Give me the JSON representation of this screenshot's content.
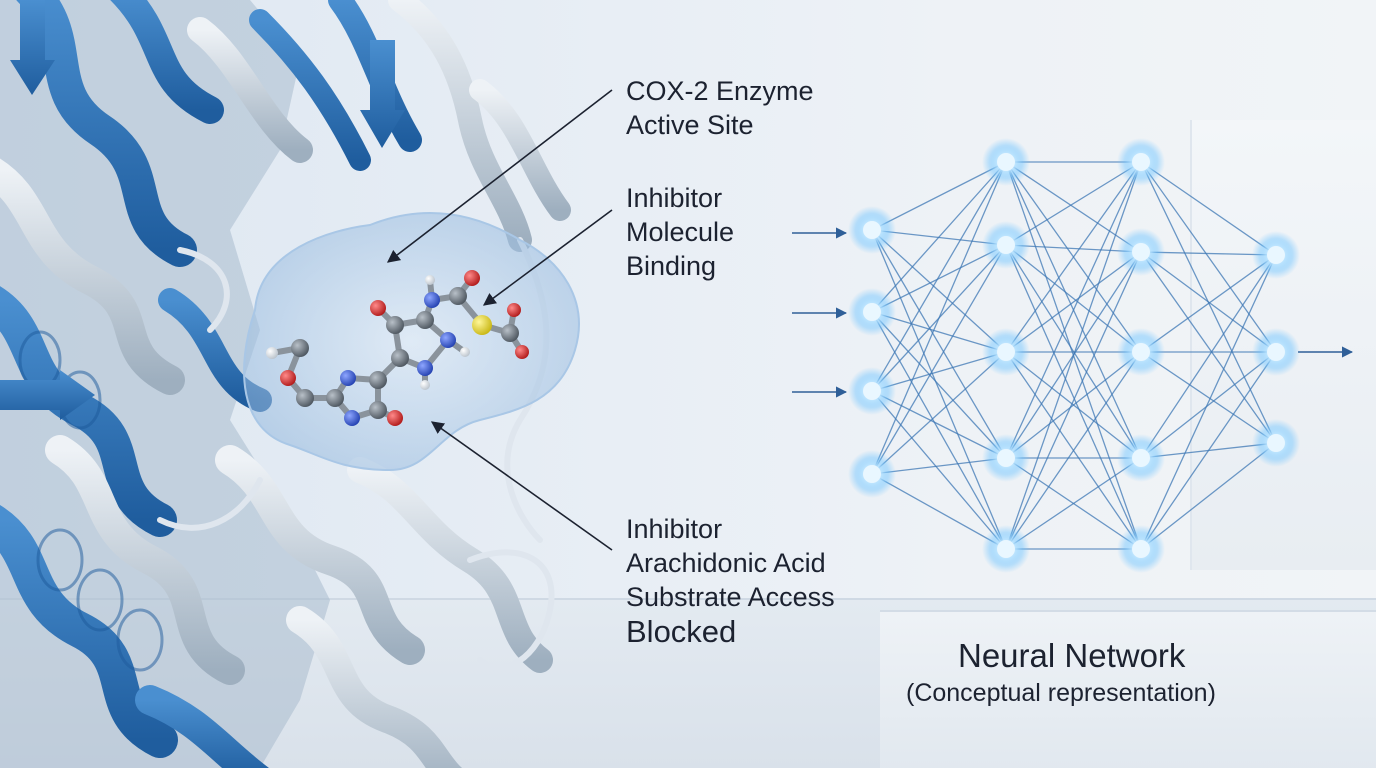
{
  "labels": {
    "active_site": [
      "COX-2 Enzyme",
      "Active Site"
    ],
    "inhibitor_binding": [
      "Inhibitor",
      "Molecule",
      "Binding"
    ],
    "substrate_blocked": [
      "Inhibitor",
      "Arachidonic Acid",
      "Substrate Access",
      "Blocked"
    ]
  },
  "network": {
    "title": "Neural Network",
    "subtitle": "(Conceptual representation)",
    "layer_sizes": [
      4,
      5,
      5,
      3
    ],
    "input_arrows": 3,
    "output_arrows": 1
  },
  "molecule": {
    "atom_types": [
      "carbon",
      "nitrogen",
      "oxygen",
      "sulfur",
      "hydrogen"
    ]
  },
  "colors": {
    "protein_blue": "#2f72b8",
    "protein_light": "#c9d4de",
    "neuron_glow": "#6fc4ff",
    "connection": "#3e78b5",
    "carbon": "#5c6670",
    "nitrogen": "#2f55d0",
    "oxygen": "#d62b2b",
    "sulfur": "#e2d52a",
    "hydrogen": "#f2f2f2",
    "text": "#1c2230"
  }
}
